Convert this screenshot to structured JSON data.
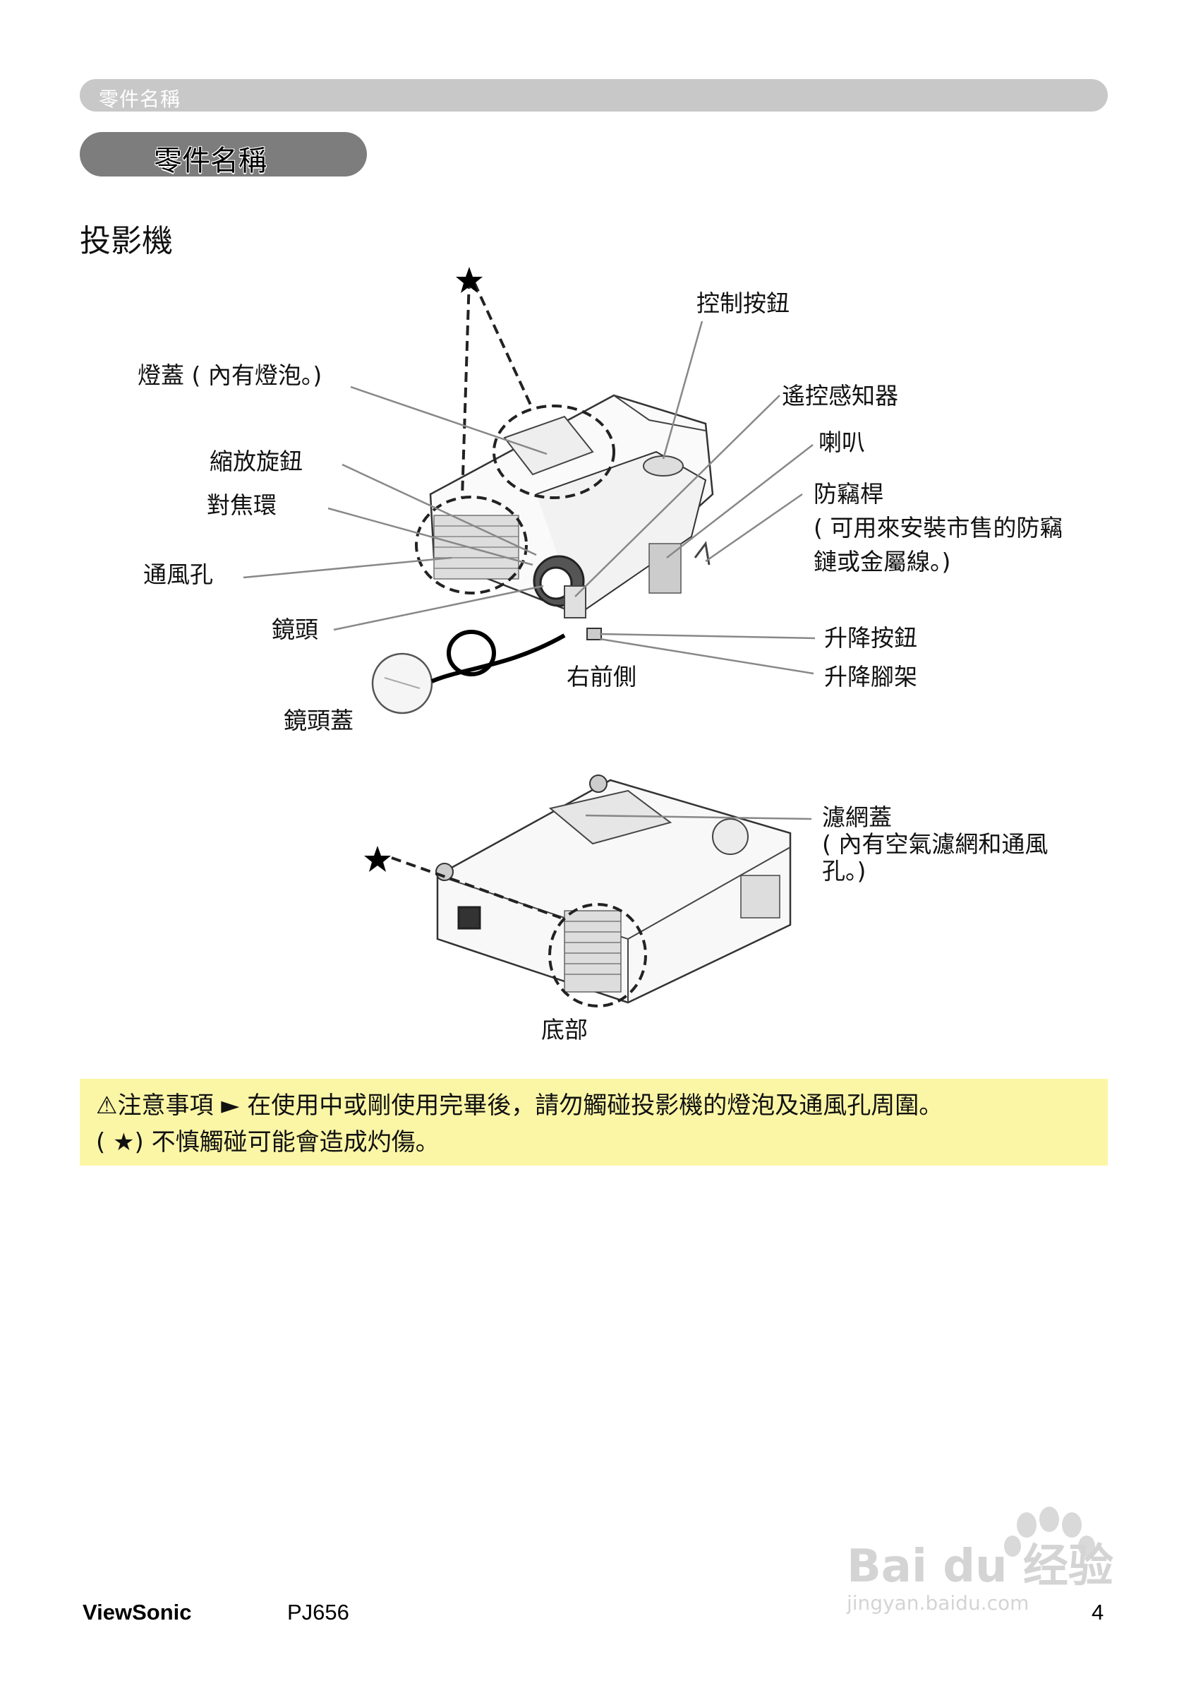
{
  "header": {
    "title": "零件名稱"
  },
  "section": {
    "title": "零件名稱"
  },
  "subheading": "投影機",
  "labels": {
    "lamp_cover": "燈蓋 ( 內有燈泡。)",
    "zoom_knob": "縮放旋鈕",
    "focus_ring": "對焦環",
    "vent": "通風孔",
    "lens": "鏡頭",
    "lens_cap": "鏡頭蓋",
    "control_buttons": "控制按鈕",
    "remote_sensor": "遙控感知器",
    "speaker": "喇叭",
    "security_bar": "防竊桿",
    "security_bar_note_1": "( 可用來安裝市售的防竊",
    "security_bar_note_2": "鏈或金屬線。)",
    "elevator_button": "升降按鈕",
    "elevator_foot": "升降腳架",
    "right_front": "右前側",
    "filter_cover": "濾網蓋",
    "filter_cover_note_1": "( 內有空氣濾網和通風",
    "filter_cover_note_2": "孔。)",
    "bottom": "底部"
  },
  "caution": {
    "line1": "⚠注意事項 ► 在使用中或剛使用完畢後，請勿觸碰投影機的燈泡及通風孔周圍。",
    "line2": "( ★) 不慎觸碰可能會造成灼傷。"
  },
  "footer": {
    "brand": "ViewSonic",
    "model": "PJ656",
    "page": "4"
  },
  "watermark": {
    "brand": "Bai du 经验",
    "url": "jingyan.baidu.com"
  }
}
